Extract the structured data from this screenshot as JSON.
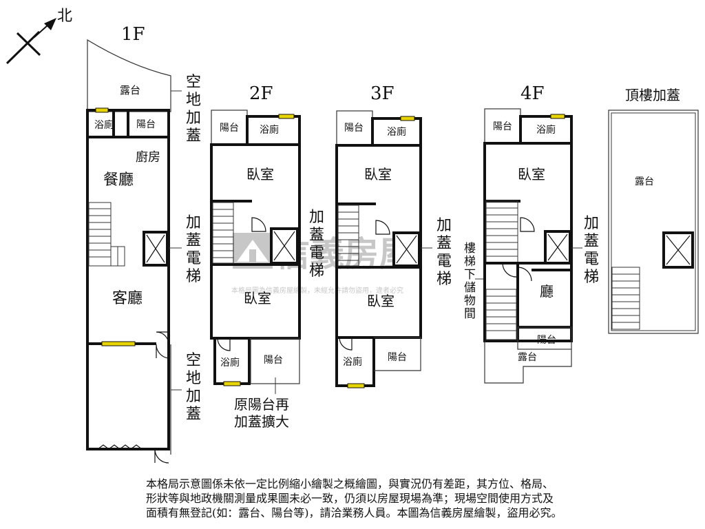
{
  "compass": {
    "label": "北"
  },
  "floors": {
    "f1": {
      "title": "1F",
      "terrace": "露台",
      "bath": "浴廁",
      "balcony": "陽台",
      "kitchen": "廚房",
      "dining": "餐廳",
      "living": "客廳"
    },
    "f2": {
      "title": "2F",
      "balcony_top": "陽台",
      "bath_top": "浴廁",
      "bedroom_top": "臥室",
      "bedroom_bottom": "臥室",
      "bath_bottom": "浴廁",
      "balcony_bottom": "陽台"
    },
    "f3": {
      "title": "3F",
      "balcony_top": "陽台",
      "bath_top": "浴廁",
      "bedroom_top": "臥室",
      "bedroom_bottom": "臥室",
      "bath_bottom": "浴廁",
      "balcony_bottom": "陽台"
    },
    "f4": {
      "title": "4F",
      "balcony_top": "陽台",
      "bath_top": "浴廁",
      "bedroom_top": "臥室",
      "hall": "廳",
      "balcony_bottom": "陽台",
      "terrace": "露台"
    },
    "roof": {
      "title": "頂樓加蓋",
      "terrace": "露台"
    }
  },
  "annotations": {
    "vacant_addition_top": [
      "空",
      "地",
      "加",
      "蓋"
    ],
    "elevator_addition_1f": [
      "加",
      "蓋",
      "電",
      "梯"
    ],
    "vacant_addition_bottom": [
      "空",
      "地",
      "加",
      "蓋"
    ],
    "elevator_addition_2f": [
      "加",
      "蓋",
      "電",
      "梯"
    ],
    "elevator_addition_3f": [
      "加",
      "蓋",
      "電",
      "梯"
    ],
    "under_stair_storage": [
      "樓",
      "梯",
      "下",
      "儲",
      "物",
      "間"
    ],
    "elevator_addition_4f": [
      "加",
      "蓋",
      "電",
      "梯"
    ],
    "balcony_enlarged": [
      "原陽台再",
      "加蓋擴大"
    ]
  },
  "watermark": {
    "brand": "信義房屋",
    "sub": "本格局圖為信義房屋繪製，未經允許請勿盜用，違者必究"
  },
  "disclaimer": [
    "本格局示意圖係未依一定比例縮小繪製之概繪圖，與實況仍有差距，其方位、格局、",
    "形狀等與地政機關測量成果圖未必一致，仍須以房屋現場為準；現場空間使用方式及",
    "面積有無登記(如：露台、陽台等)，請洽業務人員。本圖為信義房屋繪製，盜用必究。"
  ],
  "colors": {
    "wall": "#111111",
    "window": "#e8d400",
    "watermark": "#9a9a9a"
  }
}
